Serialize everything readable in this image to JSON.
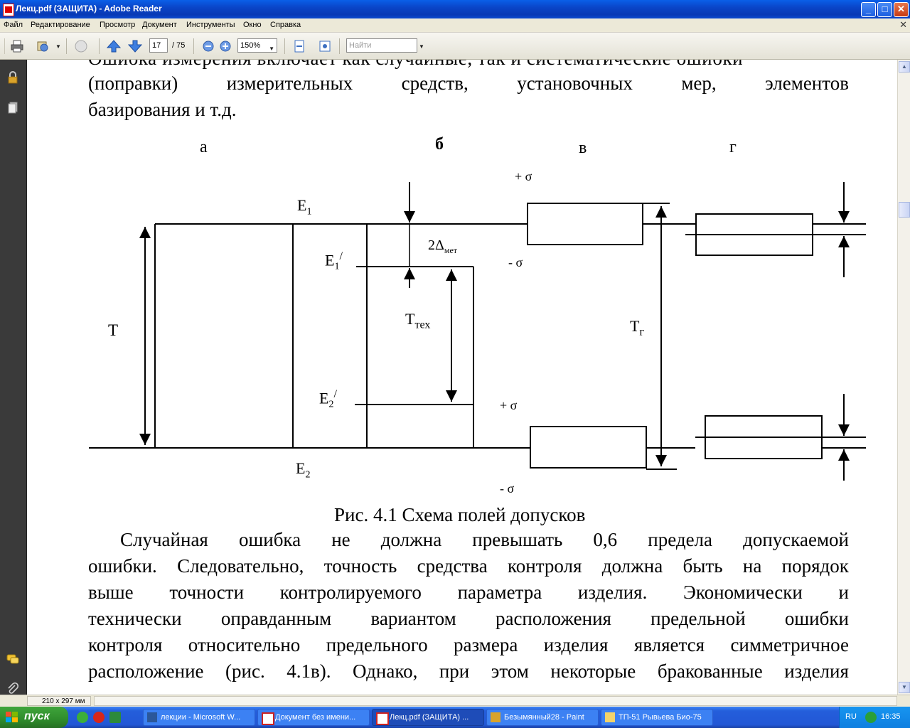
{
  "window": {
    "title": "Лекц.pdf (ЗАЩИТА) - Adobe Reader",
    "controls": {
      "minimize": "_",
      "maximize": "□",
      "close": "✕"
    }
  },
  "menu": {
    "items": [
      "Файл",
      "Редактирование",
      "Просмотр",
      "Документ",
      "Инструменты",
      "Окно",
      "Справка"
    ],
    "close": "✕"
  },
  "toolbar": {
    "page_current": "17",
    "page_total": "/ 75",
    "zoom": "150%",
    "search_placeholder": "Найти"
  },
  "document": {
    "top_line": "Ошибка измерения включает как случайные, так и систематические ошибки",
    "para1_line2": [
      "(поправки)",
      "измерительных",
      "средств,",
      "установочных",
      "мер,",
      "элементов"
    ],
    "para1_line3": "базирования и т.д.",
    "figure": {
      "panel_labels": [
        "а",
        "б",
        "в",
        "г"
      ],
      "E1": "E",
      "E1_sub": "1",
      "E1p": "E",
      "E1p_sub": "1",
      "E1p_sup": "/",
      "E2": "E",
      "E2_sub": "2",
      "E2p": "E",
      "E2p_sub": "2",
      "E2p_sup": "/",
      "T": "T",
      "Ttex": "T",
      "Ttex_sub": "тех",
      "Tg": "T",
      "Tg_sub": "г",
      "delta_pre": "2Δ",
      "delta_sub": "мет",
      "plus_sigma": "+ σ",
      "minus_sigma": "- σ"
    },
    "caption": "Рис. 4.1 Схема полей допусков",
    "para2_lines": [
      [
        "Случайная",
        "ошибка",
        "не",
        "должна",
        "превышать",
        "0,6",
        "предела",
        "допускаемой"
      ],
      [
        "ошибки.",
        "Следовательно,",
        "точность",
        "средства",
        "контроля",
        "должна",
        "быть",
        "на",
        "порядок"
      ],
      [
        "выше",
        "точности",
        "контролируемого",
        "параметра",
        "изделия.",
        "Экономически",
        "и"
      ],
      [
        "технически",
        "оправданным",
        "вариантом",
        "расположения",
        "предельной",
        "ошибки"
      ],
      [
        "контроля",
        "относительно",
        "предельного",
        "размера",
        "изделия",
        "является",
        "симметричное"
      ],
      [
        "расположение",
        "(рис.",
        "4.1в).",
        "Однако,",
        "при",
        "этом",
        "некоторые",
        "бракованные",
        "изделия"
      ]
    ]
  },
  "status": {
    "page_size": "210 x 297 мм"
  },
  "taskbar": {
    "start": "пуск",
    "tasks": [
      {
        "label": "лекции - Microsoft W...",
        "active": false
      },
      {
        "label": "Документ без имени...",
        "active": false
      },
      {
        "label": "Лекц.pdf (ЗАЩИТА) ...",
        "active": true
      },
      {
        "label": "Безымянный28 - Paint",
        "active": false
      },
      {
        "label": "ТП-51 Рывьева Био-75",
        "active": false
      }
    ],
    "lang": "RU",
    "clock": "16:35"
  },
  "colors": {
    "titlebar": "#0a45c8",
    "taskbar": "#245edb",
    "start": "#2f8c2c",
    "navpane": "#3a3a3a"
  }
}
